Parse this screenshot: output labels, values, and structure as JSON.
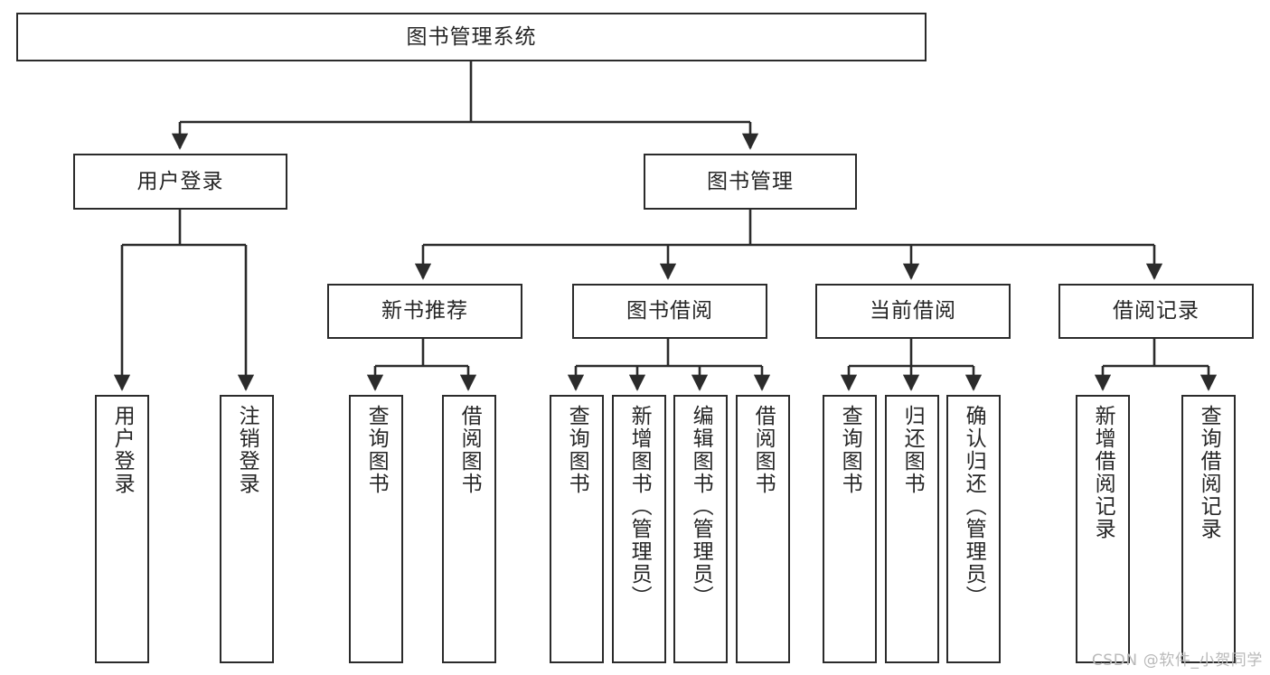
{
  "diagram": {
    "title": "图书管理系统",
    "type": "hierarchy-tree",
    "watermark": "CSDN @软件_小贺同学",
    "colors": {
      "stroke": "#2b2b2b",
      "fill": "#ffffff",
      "text": "#262626",
      "watermark": "#b9b9b9"
    },
    "levels": {
      "root": {
        "label": "图书管理系统"
      },
      "level2": [
        {
          "label": "用户登录"
        },
        {
          "label": "图书管理"
        }
      ],
      "level3": [
        {
          "label": "新书推荐"
        },
        {
          "label": "图书借阅"
        },
        {
          "label": "当前借阅"
        },
        {
          "label": "借阅记录"
        }
      ],
      "leaves": {
        "user_login": [
          {
            "label": "用户登录"
          },
          {
            "label": "注销登录"
          }
        ],
        "new_book_recommend": [
          {
            "label": "查询图书"
          },
          {
            "label": "借阅图书"
          }
        ],
        "book_borrow": [
          {
            "label": "查询图书"
          },
          {
            "label": "新增图书（管理员）"
          },
          {
            "label": "编辑图书（管理员）"
          },
          {
            "label": "借阅图书"
          }
        ],
        "current_borrow": [
          {
            "label": "查询图书"
          },
          {
            "label": "归还图书"
          },
          {
            "label": "确认归还（管理员）"
          }
        ],
        "borrow_record": [
          {
            "label": "新增借阅记录"
          },
          {
            "label": "查询借阅记录"
          }
        ]
      }
    }
  }
}
